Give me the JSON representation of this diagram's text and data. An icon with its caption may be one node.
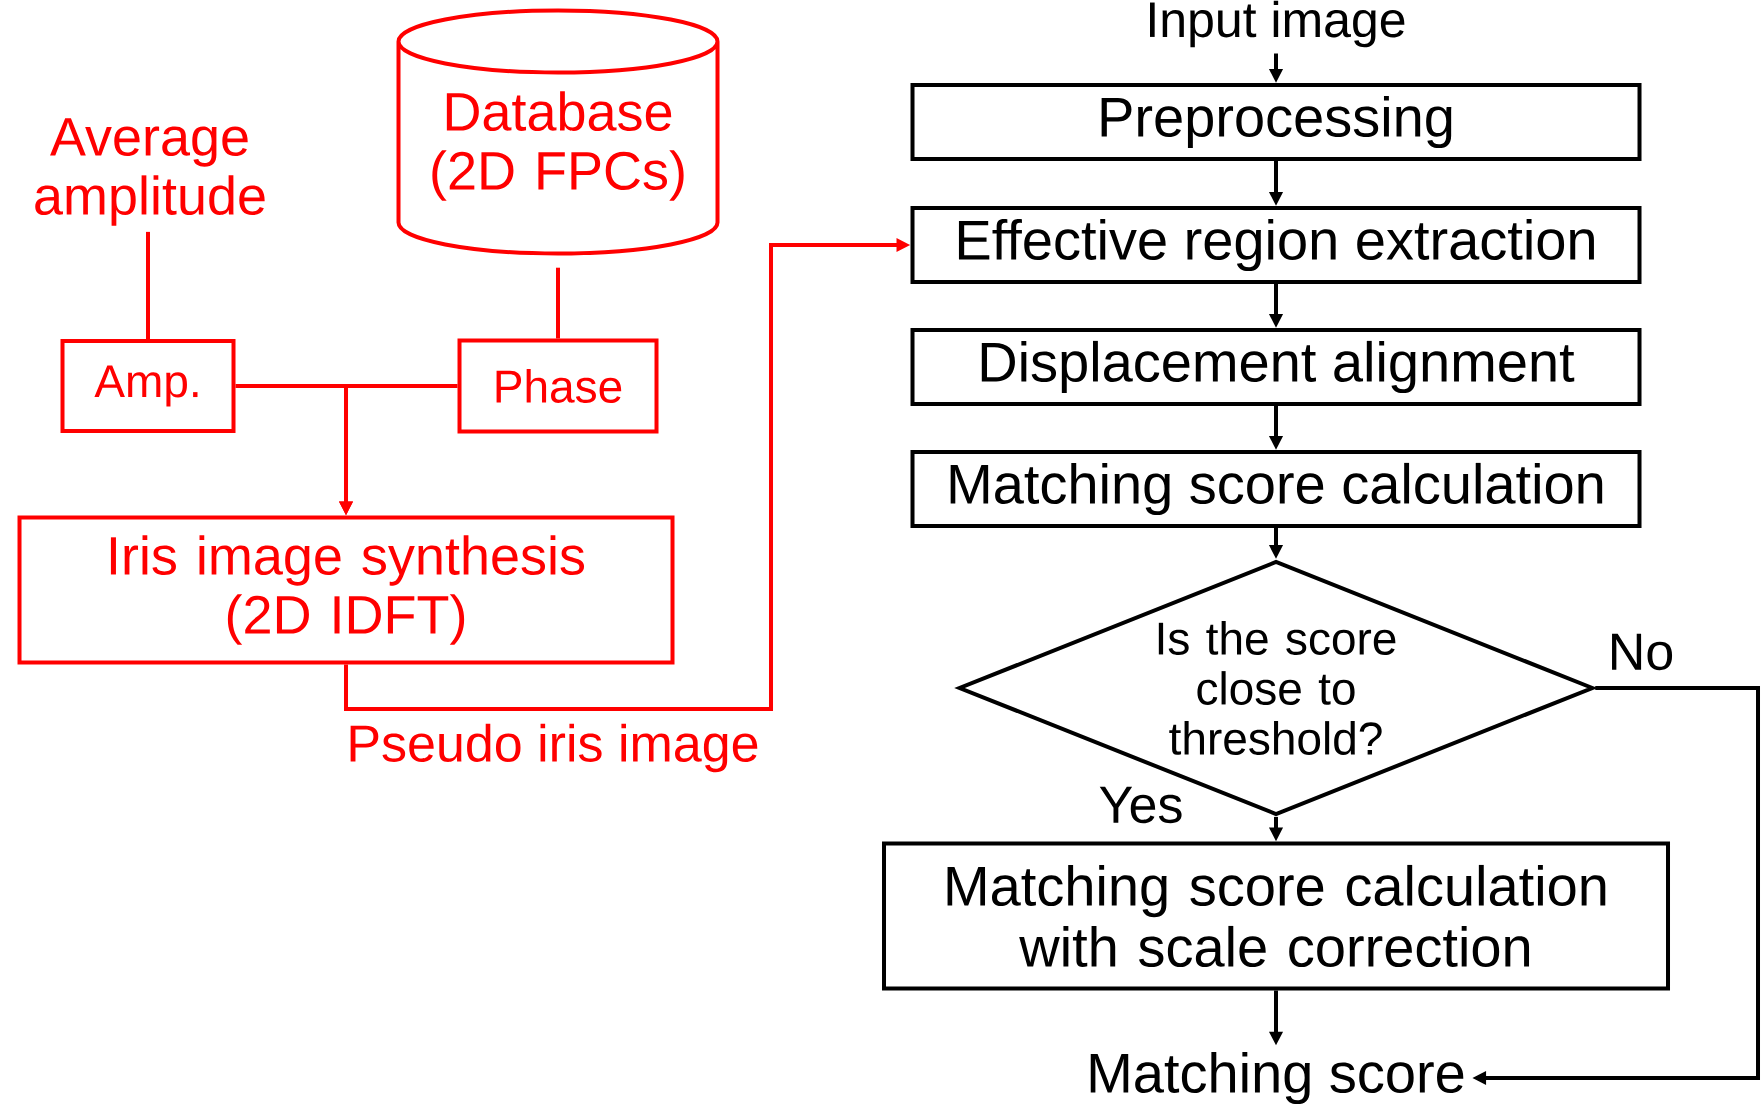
{
  "diagram": {
    "nodes": [
      {
        "text": [
          "Input image"
        ]
      },
      {
        "text": [
          "Preprocessing"
        ]
      },
      {
        "text": [
          "Effective region extraction"
        ]
      },
      {
        "text": [
          "Displacement alignment"
        ]
      },
      {
        "text": [
          "Matching score calculation"
        ]
      },
      {
        "text": [
          "Is the score close to threshold?"
        ]
      },
      {
        "text": [
          "Matching score calculation with scale correction"
        ]
      },
      {
        "text": [
          "Matching score"
        ]
      },
      {
        "text": [
          "Average amplitude"
        ]
      },
      {
        "text": [
          "Database (2D FPCs)"
        ]
      },
      {
        "text": [
          "Amp."
        ]
      },
      {
        "text": [
          "Phase"
        ]
      },
      {
        "text": [
          "Iris image synthesis (2D IDFT)"
        ]
      }
    ],
    "edges": [
      {
        "from": 0,
        "to": 1,
        "arrow": "to"
      },
      {
        "from": 1,
        "to": 2,
        "arrow": "to"
      },
      {
        "from": 2,
        "to": 3,
        "arrow": "to"
      },
      {
        "from": 3,
        "to": 4,
        "arrow": "to"
      },
      {
        "from": 4,
        "to": 5,
        "arrow": "to"
      },
      {
        "from": 5,
        "to": 6,
        "arrow": "to",
        "label": "Yes"
      },
      {
        "from": 6,
        "to": 7,
        "arrow": "to"
      },
      {
        "from": 5,
        "to": 7,
        "arrow": "to",
        "label": "No"
      },
      {
        "from": 8,
        "to": 10,
        "arrow": "none",
        "color": "#ff0000"
      },
      {
        "from": 9,
        "to": 11,
        "arrow": "none",
        "color": "#ff0000"
      },
      {
        "from": 10,
        "to": 12,
        "arrow": "to",
        "color": "#ff0000"
      },
      {
        "from": 11,
        "to": 12,
        "arrow": "to",
        "color": "#ff0000"
      },
      {
        "from": 12,
        "to": 2,
        "arrow": "to",
        "color": "#ff0000",
        "label": "Pseudo iris image"
      }
    ]
  }
}
